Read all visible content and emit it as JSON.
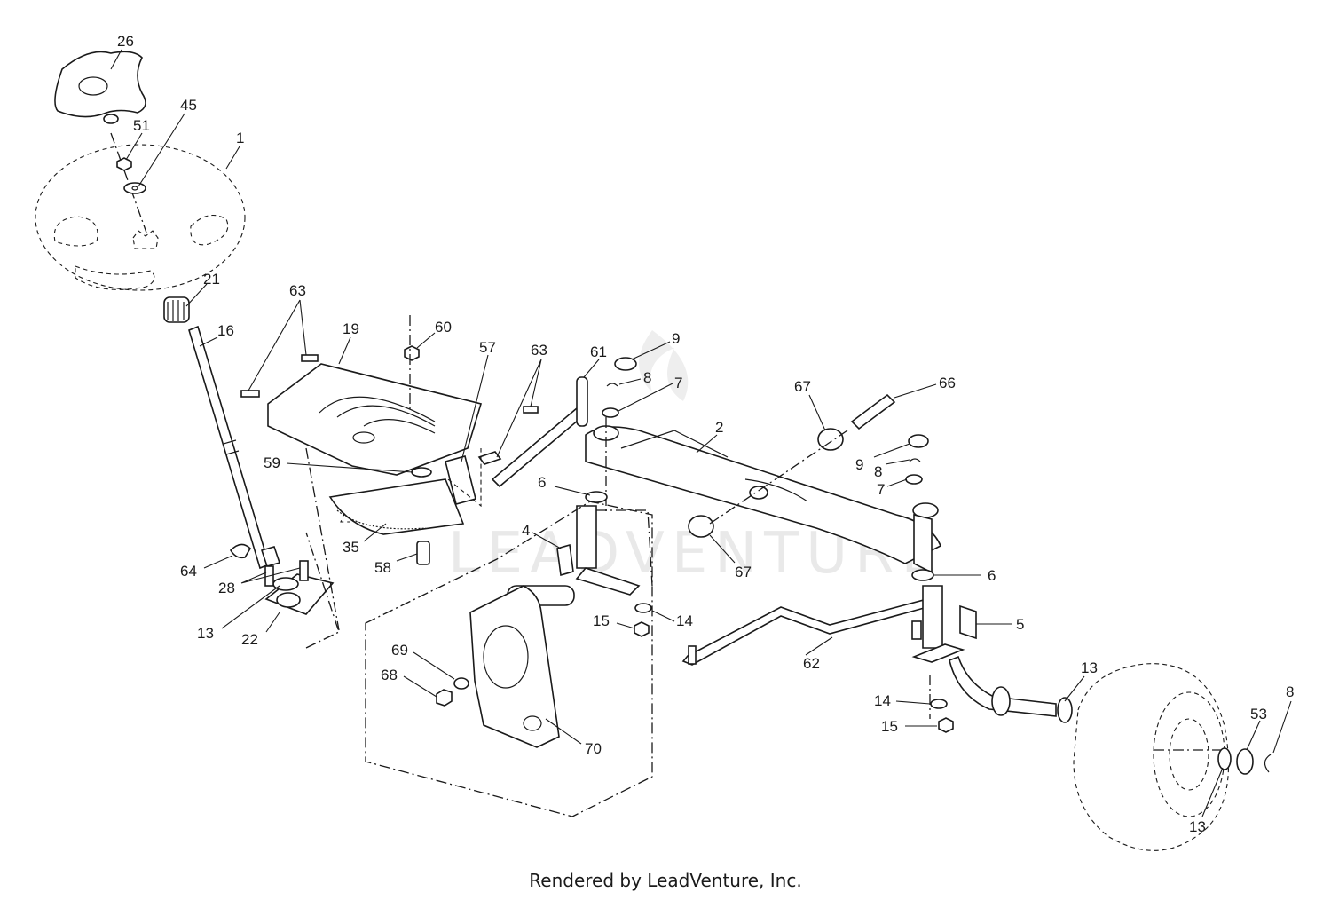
{
  "footer": {
    "credit": "Rendered by LeadVenture, Inc."
  },
  "watermark": {
    "text": "LEADVENTURE",
    "color": "#e9e9e9"
  },
  "callouts": [
    {
      "id": "c26",
      "label": "26"
    },
    {
      "id": "c45",
      "label": "45"
    },
    {
      "id": "c51",
      "label": "51"
    },
    {
      "id": "c1",
      "label": "1"
    },
    {
      "id": "c21",
      "label": "21"
    },
    {
      "id": "c16",
      "label": "16"
    },
    {
      "id": "c63a",
      "label": "63"
    },
    {
      "id": "c19",
      "label": "19"
    },
    {
      "id": "c60",
      "label": "60"
    },
    {
      "id": "c57",
      "label": "57"
    },
    {
      "id": "c63b",
      "label": "63"
    },
    {
      "id": "c61",
      "label": "61"
    },
    {
      "id": "c9a",
      "label": "9"
    },
    {
      "id": "c8a",
      "label": "8"
    },
    {
      "id": "c7a",
      "label": "7"
    },
    {
      "id": "c67a",
      "label": "67"
    },
    {
      "id": "c66",
      "label": "66"
    },
    {
      "id": "c2",
      "label": "2"
    },
    {
      "id": "c9b",
      "label": "9"
    },
    {
      "id": "c8b",
      "label": "8"
    },
    {
      "id": "c7b",
      "label": "7"
    },
    {
      "id": "c59",
      "label": "59"
    },
    {
      "id": "c6a",
      "label": "6"
    },
    {
      "id": "c35",
      "label": "35"
    },
    {
      "id": "c58",
      "label": "58"
    },
    {
      "id": "c4",
      "label": "4"
    },
    {
      "id": "c67b",
      "label": "67"
    },
    {
      "id": "c6b",
      "label": "6"
    },
    {
      "id": "c64",
      "label": "64"
    },
    {
      "id": "c28",
      "label": "28"
    },
    {
      "id": "c13a",
      "label": "13"
    },
    {
      "id": "c22",
      "label": "22"
    },
    {
      "id": "c15a",
      "label": "15"
    },
    {
      "id": "c14a",
      "label": "14"
    },
    {
      "id": "c5",
      "label": "5"
    },
    {
      "id": "c69",
      "label": "69"
    },
    {
      "id": "c68",
      "label": "68"
    },
    {
      "id": "c62",
      "label": "62"
    },
    {
      "id": "c13b",
      "label": "13"
    },
    {
      "id": "c14b",
      "label": "14"
    },
    {
      "id": "c15b",
      "label": "15"
    },
    {
      "id": "c70",
      "label": "70"
    },
    {
      "id": "c53",
      "label": "53"
    },
    {
      "id": "c8c",
      "label": "8"
    },
    {
      "id": "c13c",
      "label": "13"
    }
  ]
}
